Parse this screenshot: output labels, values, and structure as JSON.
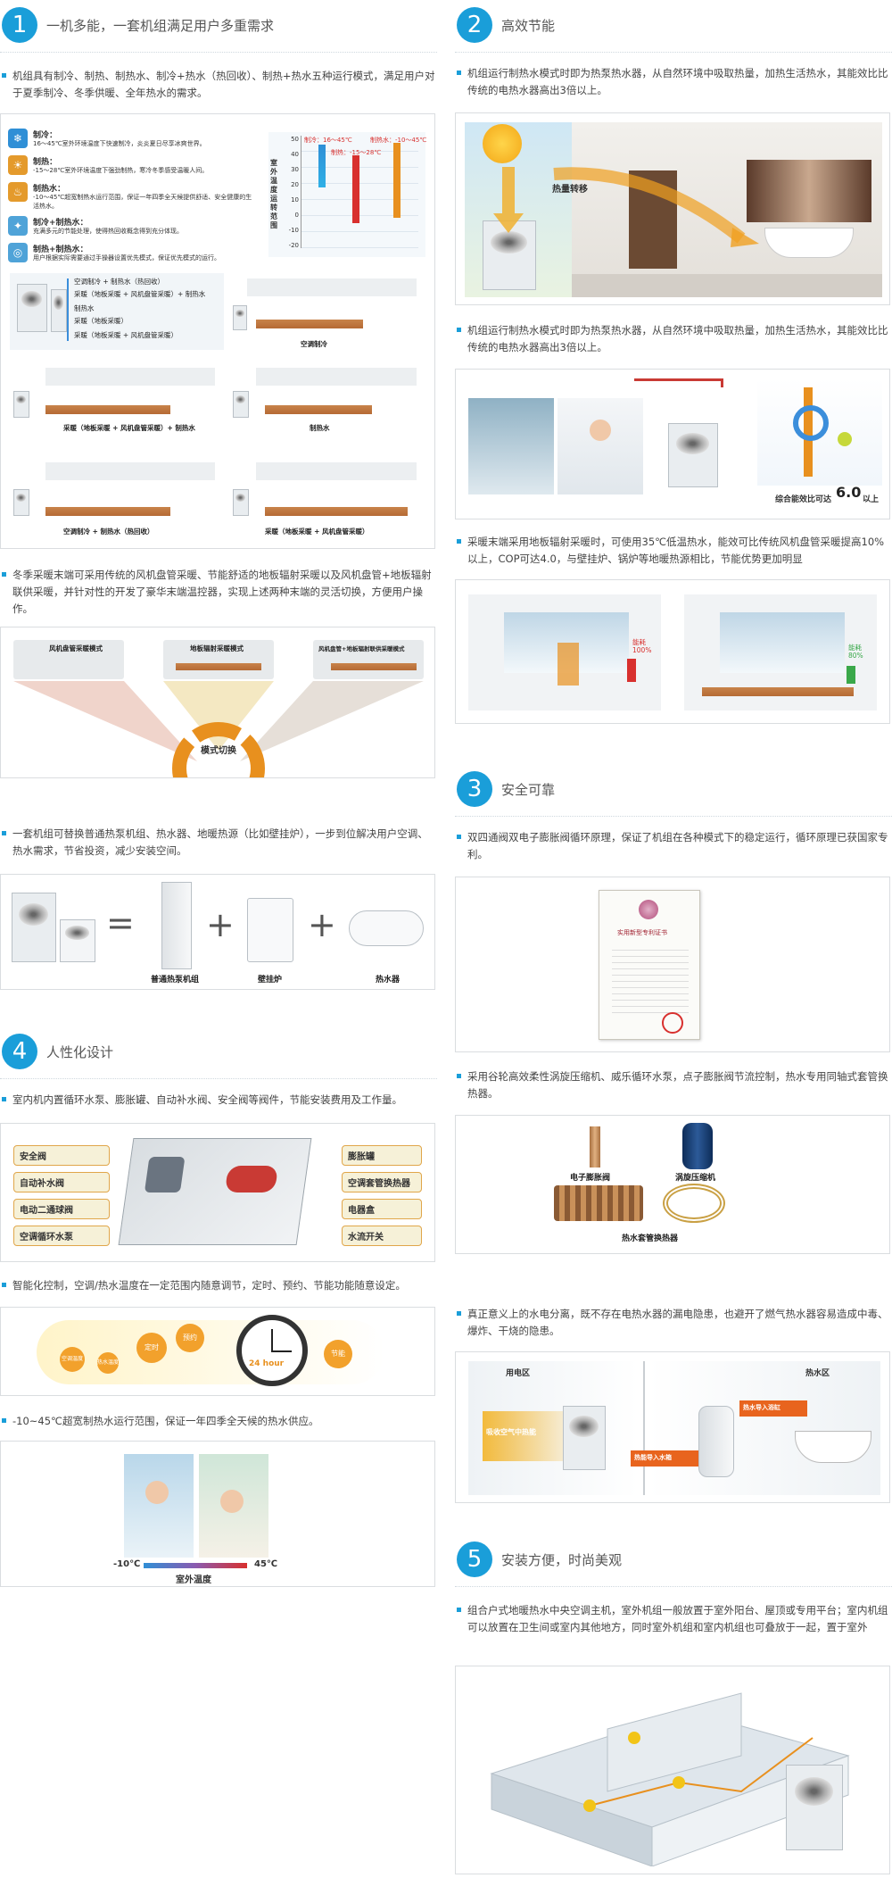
{
  "sections": {
    "s1": {
      "num": "1",
      "title": "一机多能，一套机组满足用户多重需求"
    },
    "s2": {
      "num": "2",
      "title": "高效节能"
    },
    "s3": {
      "num": "3",
      "title": "安全可靠"
    },
    "s4": {
      "num": "4",
      "title": "人性化设计"
    },
    "s5": {
      "num": "5",
      "title": "安装方便，时尚美观"
    }
  },
  "left": {
    "p1": "机组具有制冷、制热、制热水、制冷+热水（热回收）、制热+热水五种运行模式，满足用户对于夏季制冷、冬季供暖、全年热水的需求。",
    "modes": [
      {
        "title": "制冷：",
        "desc": "16～45℃室外环境温度下快速制冷，炎炎夏日尽享冰爽世界。"
      },
      {
        "title": "制热：",
        "desc": "-15～28℃室外环境温度下强劲制热，寒冷冬季感受温暖人间。"
      },
      {
        "title": "制热水：",
        "desc": "-10～45℃超宽制热水运行范围，保证一年四季全天候提供舒适、安全健康的生活热水。"
      },
      {
        "title": "制冷+制热水：",
        "desc": "充满多元的节能处理，使得热回收概念得到充分体现。"
      },
      {
        "title": "制热+制热水：",
        "desc": "用户根据实际需要通过手操器设置优先模式，保证优先模式的运行。"
      }
    ],
    "range_chart": {
      "ylabel": "室外温度运转范围",
      "ticks": [
        "50",
        "40",
        "30",
        "20",
        "10",
        "0",
        "-10",
        "-20"
      ],
      "legend": [
        "制冷：16～45℃",
        "制热水：-10～45℃",
        "制热：-15～28℃"
      ]
    },
    "diagram_top": [
      "空调制冷 + 制热水（热回收）",
      "采暖（地板采暖 + 风机盘管采暖）+ 制热水",
      "制热水",
      "采暖（地板采暖）",
      "采暖（地板采暖 + 风机盘管采暖）"
    ],
    "diagram_caps": [
      "空调制冷",
      "采暖（地板采暖 + 风机盘管采暖）+ 制热水",
      "制热水",
      "空调制冷 + 制热水（热回收）",
      "采暖（地板采暖 + 风机盘管采暖）"
    ],
    "p2": "冬季采暖末端可采用传统的风机盘管采暖、节能舒适的地板辐射采暖以及风机盘管+地板辐射联供采暖，并针对性的开发了豪华末端温控器，实现上述两种末端的灵活切换，方便用户操作。",
    "heat_modes": [
      "风机盘管采暖模式",
      "地板辐射采暖模式",
      "风机盘管+地板辐射联供采暖模式"
    ],
    "switch_label": "模式切换",
    "p3": "一套机组可替换普通热泵机组、热水器、地暖热源（比如壁挂炉），一步到位解决用户空调、热水需求，节省投资，减少安装空间。",
    "eq_labels": [
      "普通热泵机组",
      "壁挂炉",
      "热水器"
    ],
    "eq_ops": [
      "=",
      "+",
      "+"
    ],
    "p4": "室内机内置循环水泵、膨胀罐、自动补水阀、安全阀等阀件，节能安装费用及工作量。",
    "parts_left": [
      "安全阀",
      "自动补水阀",
      "电动二通球阀",
      "空调循环水泵"
    ],
    "parts_right": [
      "膨胀罐",
      "空调套管换热器",
      "电器盒",
      "水流开关"
    ],
    "p5": "智能化控制，空调/热水温度在一定范围内随意调节，定时、预约、节能功能随意设定。",
    "ctrl_labels": [
      "空调温度",
      "热水温度",
      "定时",
      "预约",
      "节能"
    ],
    "clock_label": "24 hour",
    "p6": "-10~45℃超宽制热水运行范围，保证一年四季全天候的热水供应。",
    "temp_min": "-10℃",
    "temp_max": "45℃",
    "temp_label": "室外温度"
  },
  "right": {
    "p1": "机组运行制热水模式时即为热泵热水器，从自然环境中吸取热量，加热生活热水，其能效比比传统的电热水器高出3倍以上。",
    "heat_transfer": "热量转移",
    "p2": "机组运行制热水模式时即为热泵热水器，从自然环境中吸取热量，加热生活热水，其能效比比传统的电热水器高出3倍以上。",
    "cop_text": "综合能效比可达",
    "cop_value": "6.0",
    "cop_suffix": "以上",
    "p3": "采暖末端采用地板辐射采暖时，可使用35℃低温热水，能效可比传统风机盘管采暖提高10%以上，COP可达4.0，与壁挂炉、锅炉等地暖热源相比，节能优势更加明显",
    "energy_a": {
      "label": "能耗",
      "value": "100%"
    },
    "energy_b": {
      "label": "能耗",
      "value": "80%"
    },
    "p4": "双四通阀双电子膨胀阀循环原理，保证了机组在各种模式下的稳定运行，循环原理已获国家专利。",
    "cert_title": "实用新型专利证书",
    "p5": "采用谷轮高效柔性涡旋压缩机、威乐循环水泵，点子膨胀阀节流控制，热水专用同轴式套管换热器。",
    "comp_labels": [
      "电子膨胀阀",
      "涡旋压缩机",
      "热水套管换热器"
    ],
    "p6": "真正意义上的水电分离，既不存在电热水器的漏电隐患，也避开了燃气热水器容易造成中毒、爆炸、干烧的隐患。",
    "zone_labels": [
      "用电区",
      "热水区"
    ],
    "flow_labels": [
      "吸收空气中热能",
      "热能导入水箱",
      "热水导入浴缸"
    ],
    "p7": "组合户式地暖热水中央空调主机，室外机组一般放置于室外阳台、屋顶或专用平台；室内机组可以放置在卫生间或室内其他地方，同时室外机组和室内机组也可叠放于一起，置于室外"
  },
  "colors": {
    "accent": "#1a9ed9",
    "orange": "#e8901e",
    "red": "#d8302e"
  }
}
